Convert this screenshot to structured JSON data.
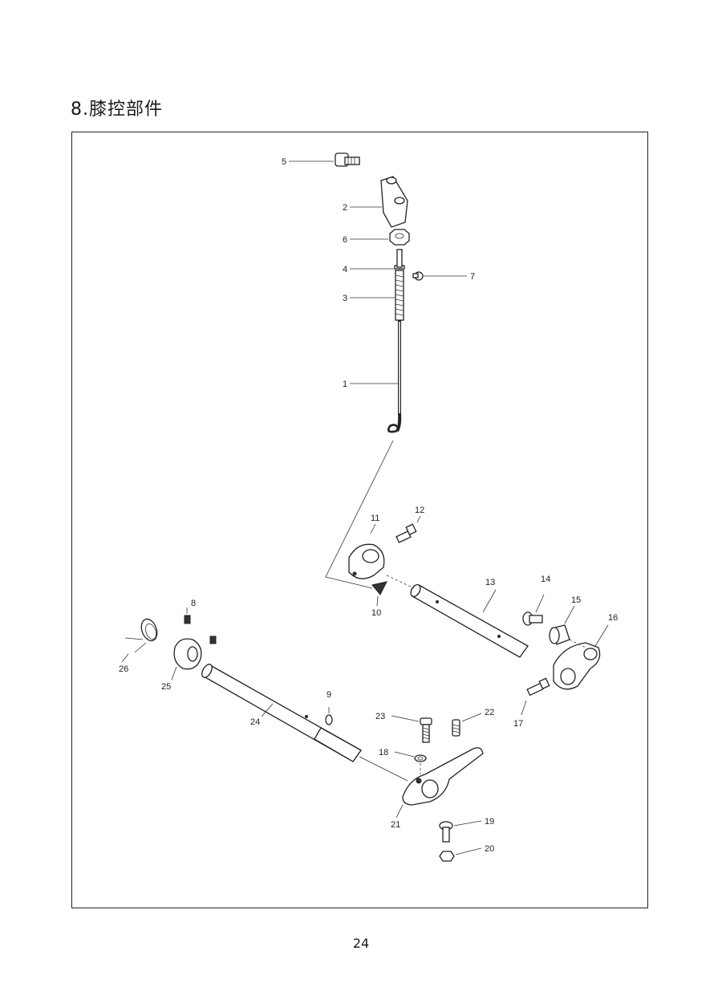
{
  "page": {
    "title": "8.膝控部件",
    "page_number": "24"
  },
  "diagram": {
    "callouts": [
      {
        "id": "c1",
        "label": "1"
      },
      {
        "id": "c2",
        "label": "2"
      },
      {
        "id": "c3",
        "label": "3"
      },
      {
        "id": "c4",
        "label": "4"
      },
      {
        "id": "c5",
        "label": "5"
      },
      {
        "id": "c6",
        "label": "6"
      },
      {
        "id": "c7",
        "label": "7"
      },
      {
        "id": "c8",
        "label": "8"
      },
      {
        "id": "c9",
        "label": "9"
      },
      {
        "id": "c10",
        "label": "10"
      },
      {
        "id": "c11",
        "label": "11"
      },
      {
        "id": "c12",
        "label": "12"
      },
      {
        "id": "c13",
        "label": "13"
      },
      {
        "id": "c14",
        "label": "14"
      },
      {
        "id": "c15",
        "label": "15"
      },
      {
        "id": "c16",
        "label": "16"
      },
      {
        "id": "c17",
        "label": "17"
      },
      {
        "id": "c18",
        "label": "18"
      },
      {
        "id": "c19",
        "label": "19"
      },
      {
        "id": "c20",
        "label": "20"
      },
      {
        "id": "c21",
        "label": "21"
      },
      {
        "id": "c22",
        "label": "22"
      },
      {
        "id": "c23",
        "label": "23"
      },
      {
        "id": "c24",
        "label": "24"
      },
      {
        "id": "c25",
        "label": "25"
      },
      {
        "id": "c26",
        "label": "26"
      }
    ]
  }
}
